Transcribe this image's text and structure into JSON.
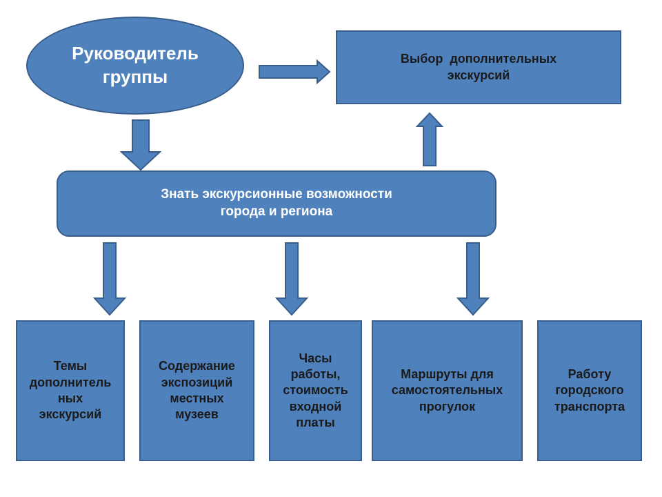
{
  "colors": {
    "fill": "#4f81bd",
    "stroke": "#385d8a",
    "background": "#ffffff"
  },
  "nodes": {
    "leader": [
      "Руководитель",
      "группы"
    ],
    "choice": [
      "Выбор  дополнительных",
      "экскурсий"
    ],
    "know": [
      "Знать экскурсионные возможности",
      "города и региона"
    ],
    "themes": [
      "Темы",
      "дополнитель",
      "ных",
      "экскурсий"
    ],
    "museums": [
      "Содержание",
      "экспозиций",
      "местных",
      "музеев"
    ],
    "hours": [
      "Часы",
      "работы,",
      "стоимость",
      "входной",
      "платы"
    ],
    "routes": [
      "Маршруты для",
      "самостоятельных",
      "прогулок"
    ],
    "transport": [
      "Работу",
      "городского",
      "транспорта"
    ]
  }
}
